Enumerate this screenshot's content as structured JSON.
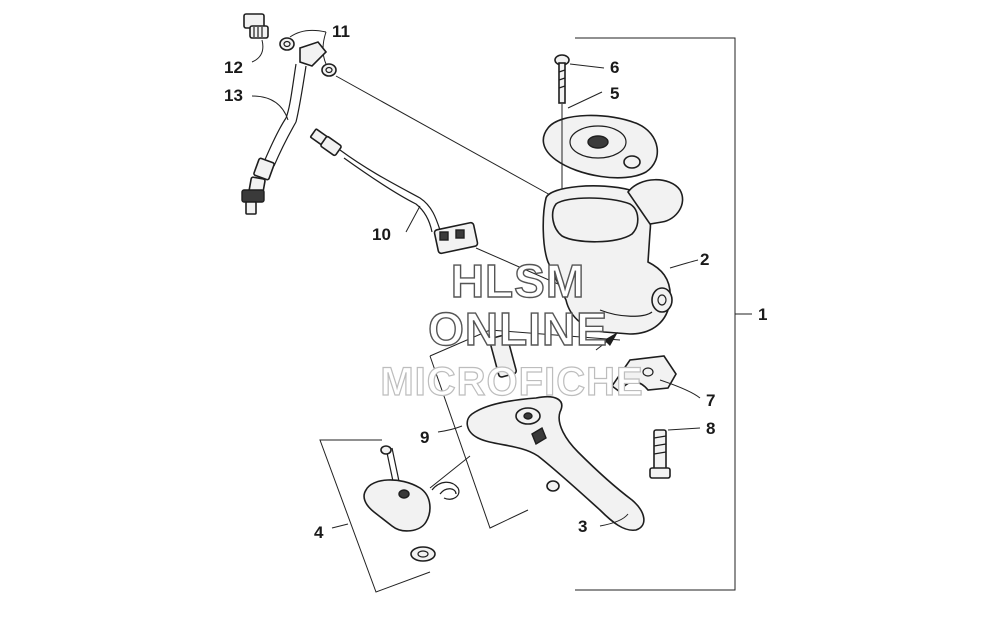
{
  "callouts": {
    "c1": "1",
    "c2": "2",
    "c3": "3",
    "c4": "4",
    "c5": "5",
    "c6": "6",
    "c7": "7",
    "c8": "8",
    "c9": "9",
    "c10": "10",
    "c11": "11",
    "c12": "12",
    "c13": "13"
  },
  "watermark": {
    "line1": "HLSM",
    "line2": "ONLINE",
    "line3": "MICROFICHE"
  }
}
